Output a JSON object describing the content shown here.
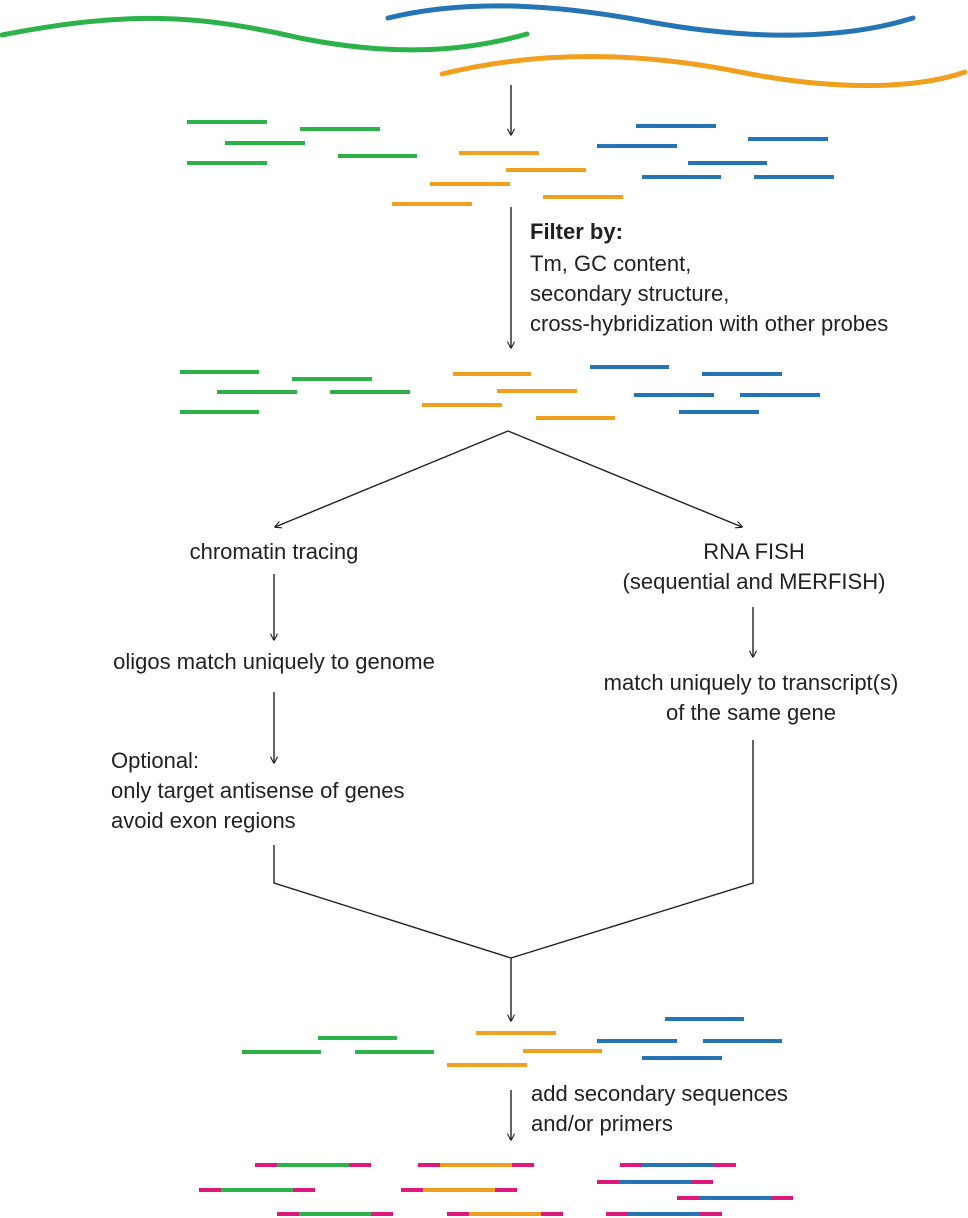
{
  "colors": {
    "green": "#2bb34a",
    "orange": "#f0a01e",
    "blue": "#2574b4",
    "magenta": "#e0187c",
    "ink": "#231f20"
  },
  "filter": {
    "heading": "Filter by:",
    "criteria": [
      "Tm, GC content,",
      "secondary structure,",
      "cross-hybridization with other probes"
    ]
  },
  "chromatin": {
    "title": "chromatin tracing",
    "step1": "oligos match uniquely to genome",
    "step2": [
      "Optional:",
      "only target  antisense of genes",
      "avoid exon regions"
    ]
  },
  "rna": {
    "title": [
      "RNA FISH",
      "(sequential and MERFISH)"
    ],
    "step1": [
      "match uniquely to transcript(s)",
      "of the same gene"
    ]
  },
  "final_step": [
    "add secondary  sequences",
    "and/or primers"
  ]
}
